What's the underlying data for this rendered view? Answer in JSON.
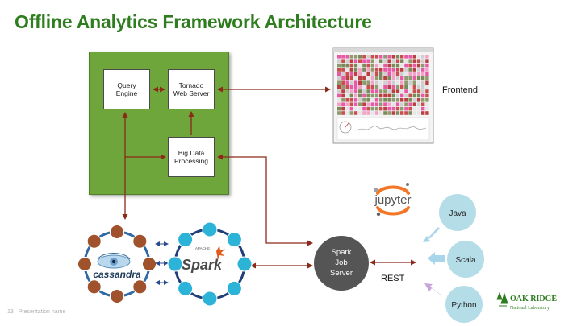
{
  "slide": {
    "title": "Offline Analytics Framework Architecture",
    "page_number": "13",
    "footer_text": "Presentation name"
  },
  "components": {
    "query_engine": "Query\nEngine",
    "tornado": "Tornado\nWeb Server",
    "big_data": "Big Data\nProcessing",
    "frontend": "Frontend",
    "spark_job_server": "Spark\nJob\nServer",
    "rest": "REST"
  },
  "logos": {
    "jupyter": "jupyter",
    "cassandra": "cassandra",
    "spark": "Spark",
    "apache": "APACHE",
    "oak_ridge_line1": "OAK RIDGE",
    "oak_ridge_line2": "National Laboratory"
  },
  "languages": [
    {
      "label": "Java"
    },
    {
      "label": "Scala"
    },
    {
      "label": "Python"
    }
  ],
  "colors": {
    "title": "#2e7d1f",
    "green_box": "#6ea63b",
    "arrow": "#8b2a1a",
    "language_bubble": "#b5dde8",
    "spark_node": "#2bb3d8",
    "cassandra_node": "#a0522d",
    "job_server": "#555555"
  }
}
